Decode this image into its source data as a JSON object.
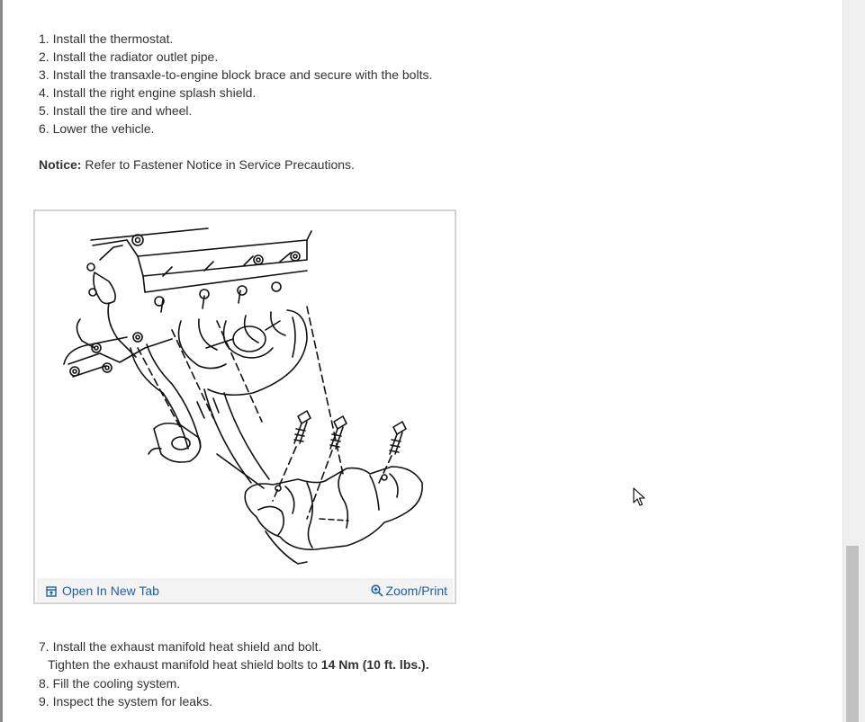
{
  "steps_top": [
    "1. Install the thermostat.",
    "2. Install the radiator outlet pipe.",
    "3. Install the transaxle-to-engine block brace and secure with the bolts.",
    "4. Install the right engine splash shield.",
    "5. Install the tire and wheel.",
    "6. Lower the vehicle."
  ],
  "notice": {
    "label": "Notice:",
    "text": " Refer to Fastener Notice in Service Precautions."
  },
  "figure": {
    "open_label": "Open In New Tab",
    "zoom_label": "Zoom/Print",
    "link_color": "#1f5f9f",
    "open_icon": "open-in-new-tab-icon",
    "zoom_icon": "magnifier-icon"
  },
  "steps_bottom": {
    "step7": "7. Install the exhaust manifold heat shield and bolt.",
    "tighten_prefix": "Tighten the exhaust manifold heat shield bolts to ",
    "tighten_value": "14 Nm (10 ft. lbs.).",
    "step8": "8. Fill the cooling system.",
    "step9": "9. Inspect the system for leaks."
  }
}
